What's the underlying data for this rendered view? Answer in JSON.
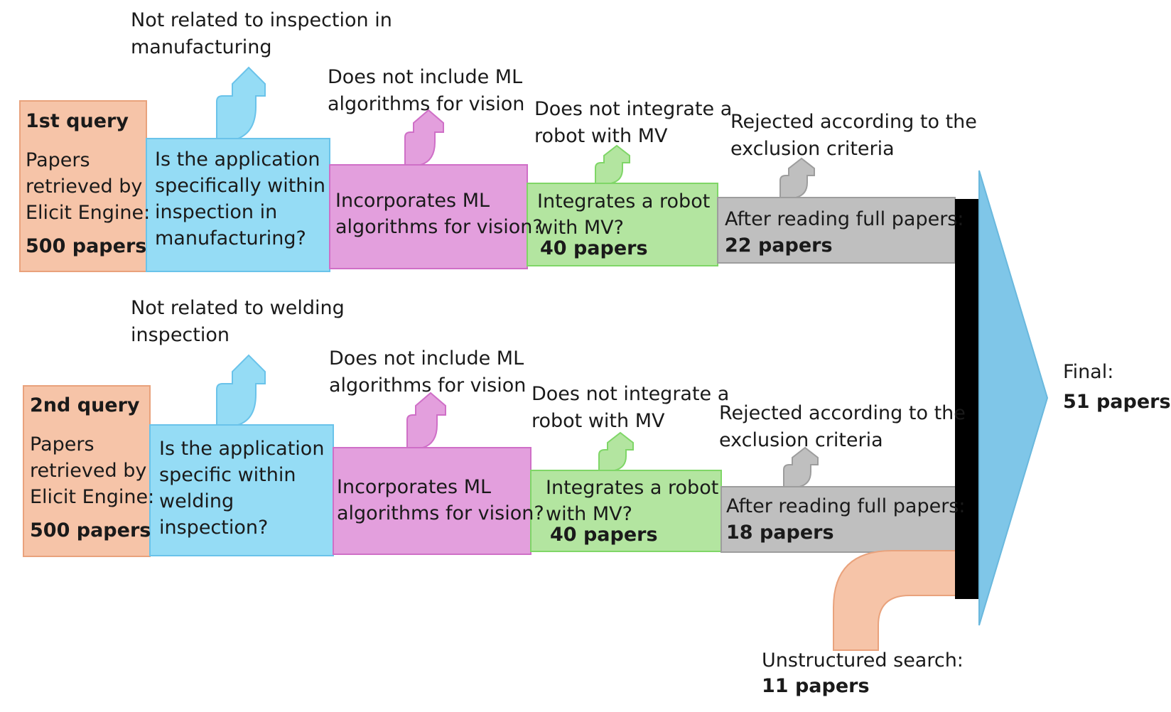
{
  "colors": {
    "query": "#f6c4a8",
    "query_border": "#e9a27c",
    "blue": "#95dcf5",
    "blue_border": "#6ac3ea",
    "pink": "#e39fdd",
    "pink_border": "#cf6fc7",
    "green": "#b3e5a0",
    "green_border": "#7fd667",
    "gray": "#bfbfbf",
    "gray_border": "#9d9d9d",
    "black_bar": "#000000",
    "final_arrow": "#7fc6e8"
  },
  "row1": {
    "query": {
      "title": "1st query",
      "line1": "Papers",
      "line2": "retrieved by",
      "line3": "Elicit Engine:",
      "count": "500 papers"
    },
    "stage1": {
      "lines": [
        "Is the application",
        "specifically within",
        "inspection in",
        "manufacturing?"
      ],
      "reject": [
        "Not related to inspection in",
        "manufacturing"
      ]
    },
    "stage2": {
      "lines": [
        "Incorporates ML",
        "algorithms for vision?"
      ],
      "reject": [
        "Does not include ML",
        "algorithms for vision"
      ]
    },
    "stage3": {
      "lines": [
        "Integrates a robot",
        "with MV?"
      ],
      "count": "40 papers",
      "reject": [
        "Does not integrate a",
        "robot with MV"
      ]
    },
    "stage4": {
      "line": "After reading full papers:",
      "count": "22 papers",
      "reject": [
        "Rejected according to the",
        "exclusion criteria"
      ]
    }
  },
  "row2": {
    "query": {
      "title": "2nd query",
      "line1": "Papers",
      "line2": "retrieved by",
      "line3": "Elicit Engine:",
      "count": "500 papers"
    },
    "stage1": {
      "lines": [
        "Is the application",
        "specific within",
        "welding",
        "inspection?"
      ],
      "reject": [
        "Not related to welding",
        "inspection"
      ]
    },
    "stage2": {
      "lines": [
        "Incorporates ML",
        "algorithms for vision?"
      ],
      "reject": [
        "Does not include ML",
        "algorithms for vision"
      ]
    },
    "stage3": {
      "lines": [
        "Integrates a robot",
        "with MV?"
      ],
      "count": "40 papers",
      "reject": [
        "Does not integrate a",
        "robot with MV"
      ]
    },
    "stage4": {
      "line": "After reading full papers:",
      "count": "18 papers",
      "reject": [
        "Rejected according to the",
        "exclusion criteria"
      ]
    }
  },
  "unstructured": {
    "label": "Unstructured search:",
    "count": "11 papers"
  },
  "final": {
    "label": "Final:",
    "count": "51 papers"
  }
}
